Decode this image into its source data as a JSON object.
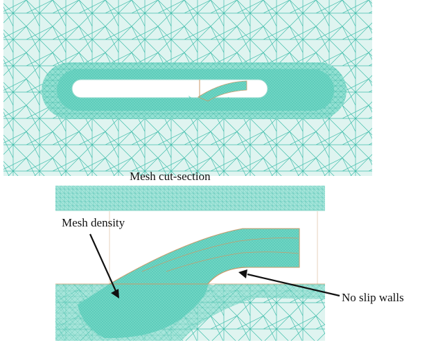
{
  "labels": {
    "section_title": "Mesh cut-section",
    "mesh_density": "Mesh density",
    "no_slip_walls": "No slip walls"
  },
  "colors": {
    "mesh_fill": "#5fd0bd",
    "mesh_line": "#38b7a6",
    "mesh_dense": "#7fdccb",
    "wall_line": "#c89a6a",
    "arrow": "#111111",
    "background": "#ffffff"
  }
}
